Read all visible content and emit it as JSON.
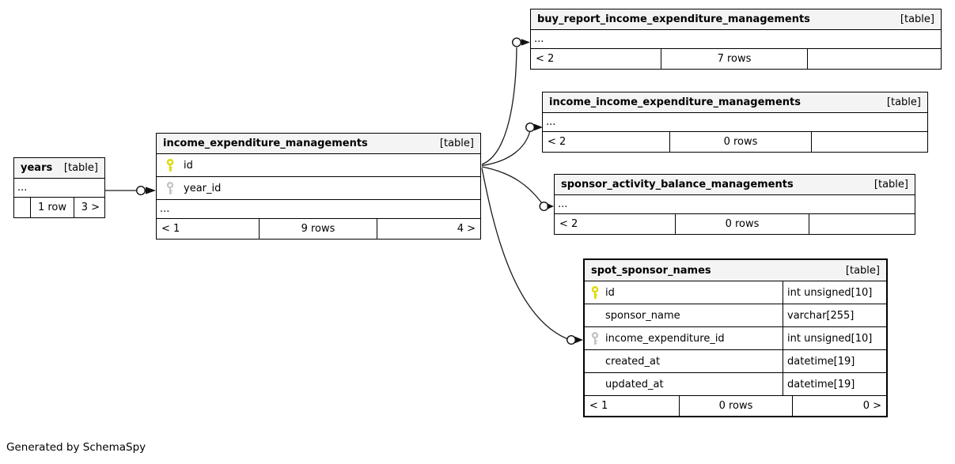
{
  "footer_note": "Generated by SchemaSpy",
  "colors": {
    "header_bg": "#f4f4f4",
    "primary_key_icon": "#ddd900",
    "foreign_key_icon": "#c4c4c4",
    "table_border": "#000000",
    "highlighted_table_border": "#000000"
  },
  "tables": {
    "years": {
      "name": "years",
      "tag": "[table]",
      "ellipsis": "...",
      "footer": {
        "left": "",
        "center": "1 row",
        "right": "3 >"
      }
    },
    "income_expenditure_managements": {
      "name": "income_expenditure_managements",
      "tag": "[table]",
      "columns": [
        {
          "name": "id",
          "key": "primary"
        },
        {
          "name": "year_id",
          "key": "foreign"
        }
      ],
      "ellipsis": "...",
      "footer": {
        "left": "< 1",
        "center": "9 rows",
        "right": "4 >"
      }
    },
    "buy_report_income_expenditure_managements": {
      "name": "buy_report_income_expenditure_managements",
      "tag": "[table]",
      "ellipsis": "...",
      "footer": {
        "left": "< 2",
        "center": "7 rows",
        "right": ""
      }
    },
    "income_income_expenditure_managements": {
      "name": "income_income_expenditure_managements",
      "tag": "[table]",
      "ellipsis": "...",
      "footer": {
        "left": "< 2",
        "center": "0 rows",
        "right": ""
      }
    },
    "sponsor_activity_balance_managements": {
      "name": "sponsor_activity_balance_managements",
      "tag": "[table]",
      "ellipsis": "...",
      "footer": {
        "left": "< 2",
        "center": "0 rows",
        "right": ""
      }
    },
    "spot_sponsor_names": {
      "name": "spot_sponsor_names",
      "tag": "[table]",
      "columns": [
        {
          "name": "id",
          "type": "int unsigned[10]",
          "key": "primary"
        },
        {
          "name": "sponsor_name",
          "type": "varchar[255]",
          "key": ""
        },
        {
          "name": "income_expenditure_id",
          "type": "int unsigned[10]",
          "key": "foreign"
        },
        {
          "name": "created_at",
          "type": "datetime[19]",
          "key": ""
        },
        {
          "name": "updated_at",
          "type": "datetime[19]",
          "key": ""
        }
      ],
      "footer": {
        "left": "< 1",
        "center": "0 rows",
        "right": "0 >"
      }
    }
  },
  "relationships": [
    {
      "from": "years",
      "to": "income_expenditure_managements.year_id"
    },
    {
      "from": "income_expenditure_managements.id",
      "to": "buy_report_income_expenditure_managements"
    },
    {
      "from": "income_expenditure_managements.id",
      "to": "income_income_expenditure_managements"
    },
    {
      "from": "income_expenditure_managements.id",
      "to": "sponsor_activity_balance_managements"
    },
    {
      "from": "income_expenditure_managements.id",
      "to": "spot_sponsor_names.income_expenditure_id"
    }
  ]
}
